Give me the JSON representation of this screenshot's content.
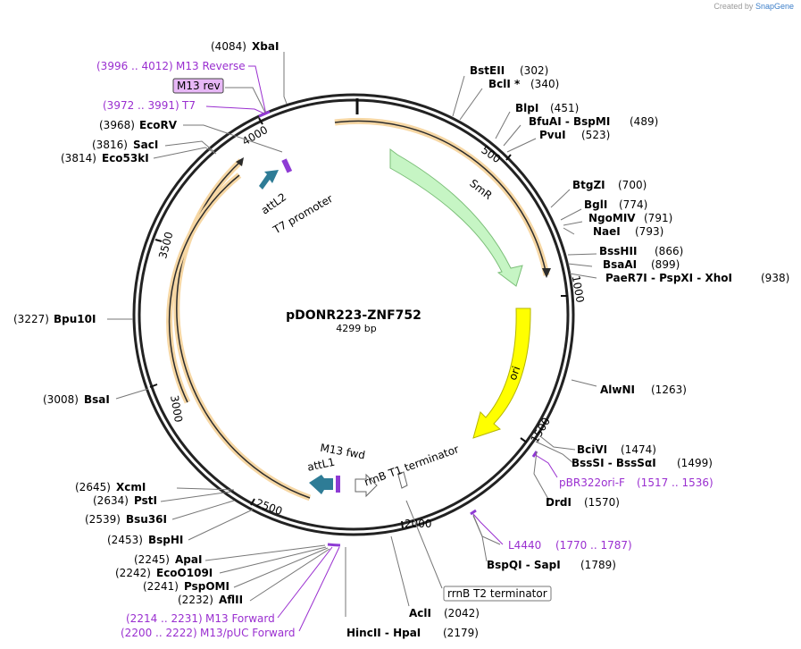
{
  "credit": {
    "created_by": "Created by",
    "brand": "SnapGene"
  },
  "plasmid": {
    "name": "pDONR223-ZNF752",
    "size": "4299 bp"
  },
  "ruler": [
    "500",
    "1000",
    "1500",
    "2000",
    "2500",
    "3000",
    "3500",
    "4000"
  ],
  "features": {
    "smr": "SmR",
    "ori": "ori",
    "attL2": "attL2",
    "t7_promoter": "T7 promoter",
    "attL1": "attL1",
    "m13_fwd": "M13 fwd",
    "rrnb_t1": "rrnB T1 terminator",
    "m13_rev": "M13 rev",
    "rrnb_t2": "rrnB T2 terminator"
  },
  "sites": [
    {
      "name": "XbaI",
      "pos": "(4084)"
    },
    {
      "name": "M13 Reverse",
      "pos": "(3996 .. 4012)"
    },
    {
      "name": "T7",
      "pos": "(3972 .. 3991)"
    },
    {
      "name": "EcoRV",
      "pos": "(3968)"
    },
    {
      "name": "SacI",
      "pos": "(3816)"
    },
    {
      "name": "Eco53kI",
      "pos": "(3814)"
    },
    {
      "name": "BstEII",
      "pos": "(302)"
    },
    {
      "name": "BclI *",
      "pos": "(340)"
    },
    {
      "name": "BlpI",
      "pos": "(451)"
    },
    {
      "name": "BfuAI  -  BspMI",
      "pos": "(489)"
    },
    {
      "name": "PvuI",
      "pos": "(523)"
    },
    {
      "name": "BtgZI",
      "pos": "(700)"
    },
    {
      "name": "BglI",
      "pos": "(774)"
    },
    {
      "name": "NgoMIV",
      "pos": "(791)"
    },
    {
      "name": "NaeI",
      "pos": "(793)"
    },
    {
      "name": "BssHII",
      "pos": "(866)"
    },
    {
      "name": "BsaAI",
      "pos": "(899)"
    },
    {
      "name": "PaeR7I  -  PspXI  -  XhoI",
      "pos": "(938)"
    },
    {
      "name": "Bpu10I",
      "pos": "(3227)"
    },
    {
      "name": "BsaI",
      "pos": "(3008)"
    },
    {
      "name": "AlwNI",
      "pos": "(1263)"
    },
    {
      "name": "BciVI",
      "pos": "(1474)"
    },
    {
      "name": "BssSI  -  BssSαI",
      "pos": "(1499)"
    },
    {
      "name": "pBR322ori-F",
      "pos": "(1517 .. 1536)"
    },
    {
      "name": "DrdI",
      "pos": "(1570)"
    },
    {
      "name": "L4440",
      "pos": "(1770 .. 1787)"
    },
    {
      "name": "BspQI  -  SapI",
      "pos": "(1789)"
    },
    {
      "name": "XcmI",
      "pos": "(2645)"
    },
    {
      "name": "PstI",
      "pos": "(2634)"
    },
    {
      "name": "Bsu36I",
      "pos": "(2539)"
    },
    {
      "name": "BspHI",
      "pos": "(2453)"
    },
    {
      "name": "ApaI",
      "pos": "(2245)"
    },
    {
      "name": "EcoO109I",
      "pos": "(2242)"
    },
    {
      "name": "PspOMI",
      "pos": "(2241)"
    },
    {
      "name": "AflII",
      "pos": "(2232)"
    },
    {
      "name": "M13 Forward",
      "pos": "(2214 .. 2231)"
    },
    {
      "name": "M13/pUC Forward",
      "pos": "(2200 .. 2222)"
    },
    {
      "name": "AclI",
      "pos": "(2042)"
    },
    {
      "name": "HincII  -  HpaI",
      "pos": "(2179)"
    }
  ]
}
